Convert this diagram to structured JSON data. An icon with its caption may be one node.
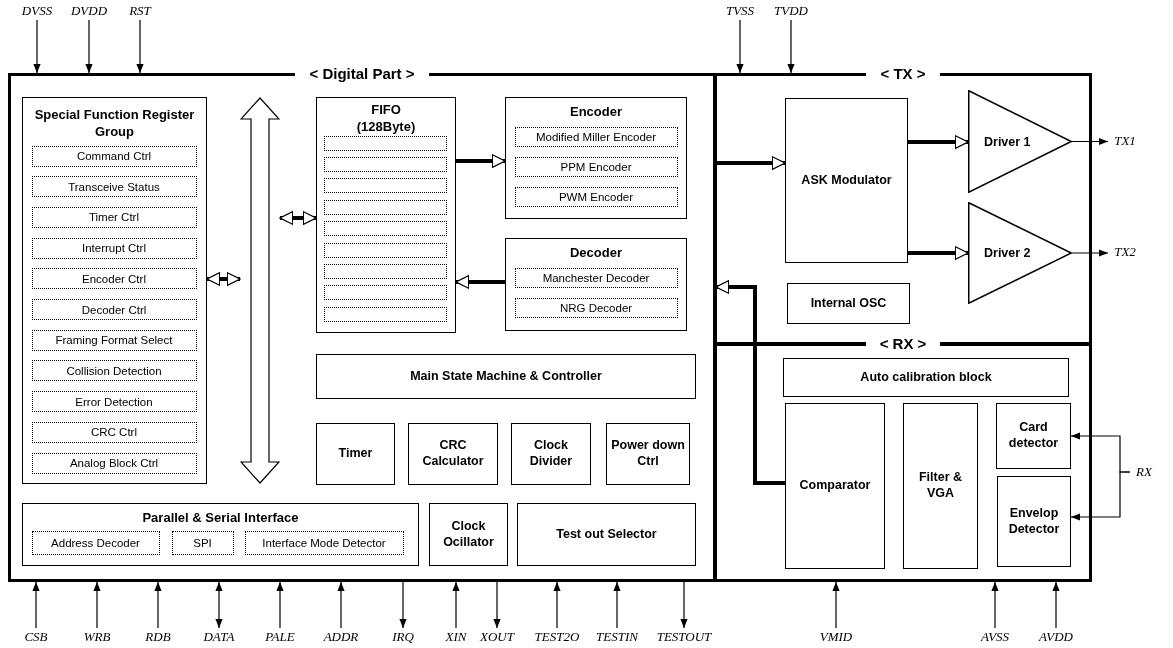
{
  "diagram": {
    "nodes": [
      {
        "text": [
          "< Digital Part >"
        ]
      },
      {
        "text": [
          "Special Function Register Group"
        ],
        "in": 0
      },
      {
        "text": [
          "Command Ctrl"
        ],
        "in": 1
      },
      {
        "text": [
          "Transceive Status"
        ],
        "in": 1
      },
      {
        "text": [
          "Timer Ctrl"
        ],
        "in": 1
      },
      {
        "text": [
          "Interrupt Ctrl"
        ],
        "in": 1
      },
      {
        "text": [
          "Encoder Ctrl"
        ],
        "in": 1
      },
      {
        "text": [
          "Decoder Ctrl"
        ],
        "in": 1
      },
      {
        "text": [
          "Framing Format Select"
        ],
        "in": 1
      },
      {
        "text": [
          "Collision Detection"
        ],
        "in": 1
      },
      {
        "text": [
          "Error Detection"
        ],
        "in": 1
      },
      {
        "text": [
          "CRC Ctrl"
        ],
        "in": 1
      },
      {
        "text": [
          "Analog Block Ctrl"
        ],
        "in": 1
      },
      {
        "text": [],
        "shape": "bar",
        "in": 0
      },
      {
        "text": [
          "FIFO",
          "(128Byte)"
        ],
        "in": 0
      },
      {
        "text": [],
        "shape": "box",
        "in": 14
      },
      {
        "text": [],
        "shape": "box",
        "in": 14
      },
      {
        "text": [],
        "shape": "box",
        "in": 14
      },
      {
        "text": [],
        "shape": "box",
        "in": 14
      },
      {
        "text": [],
        "shape": "box",
        "in": 14
      },
      {
        "text": [],
        "shape": "box",
        "in": 14
      },
      {
        "text": [],
        "shape": "box",
        "in": 14
      },
      {
        "text": [],
        "shape": "box",
        "in": 14
      },
      {
        "text": [],
        "shape": "box",
        "in": 14
      },
      {
        "text": [
          "Encoder"
        ],
        "in": 0
      },
      {
        "text": [
          "Modified Miller Encoder"
        ],
        "in": 24
      },
      {
        "text": [
          "PPM Encoder"
        ],
        "in": 24
      },
      {
        "text": [
          "PWM Encoder"
        ],
        "in": 24
      },
      {
        "text": [
          "Decoder"
        ],
        "in": 0
      },
      {
        "text": [
          "Manchester Decoder"
        ],
        "in": 28
      },
      {
        "text": [
          "NRG Decoder"
        ],
        "in": 28
      },
      {
        "text": [
          "Main State Machine & Controller"
        ],
        "in": 0
      },
      {
        "text": [
          "Timer"
        ],
        "in": 0
      },
      {
        "text": [
          "CRC Calculator"
        ],
        "in": 0
      },
      {
        "text": [
          "Clock Divider"
        ],
        "in": 0
      },
      {
        "text": [
          "Power down Ctrl"
        ],
        "in": 0
      },
      {
        "text": [
          "Parallel & Serial Interface"
        ],
        "in": 0
      },
      {
        "text": [
          "Address Decoder"
        ],
        "in": 36
      },
      {
        "text": [
          "SPI"
        ],
        "in": 36
      },
      {
        "text": [
          "Interface Mode Detector"
        ],
        "in": 36
      },
      {
        "text": [
          "Clock Ocillator"
        ],
        "in": 0
      },
      {
        "text": [
          "Test out Selector"
        ],
        "in": 0
      },
      {
        "text": [
          "< TX >"
        ]
      },
      {
        "text": [
          "ASK Modulator"
        ],
        "in": 42
      },
      {
        "text": [
          "Internal OSC"
        ],
        "in": 42
      },
      {
        "text": [
          "Driver 1"
        ],
        "in": 42
      },
      {
        "text": [
          "Driver 2"
        ],
        "in": 42
      },
      {
        "text": [
          "< RX >"
        ]
      },
      {
        "text": [
          "Auto calibration block"
        ],
        "in": 47
      },
      {
        "text": [
          "Comparator"
        ],
        "in": 47
      },
      {
        "text": [
          "Filter & VGA"
        ],
        "in": 47
      },
      {
        "text": [
          "Card detector"
        ],
        "in": 47
      },
      {
        "text": [
          "Envelop Detector"
        ],
        "in": 47
      },
      {
        "text": [
          "DVSS"
        ]
      },
      {
        "text": [
          "DVDD"
        ]
      },
      {
        "text": [
          "RST"
        ]
      },
      {
        "text": [
          "TVSS"
        ]
      },
      {
        "text": [
          "TVDD"
        ]
      },
      {
        "text": [
          "TX1"
        ]
      },
      {
        "text": [
          "TX2"
        ]
      },
      {
        "text": [
          "RX"
        ]
      },
      {
        "text": [
          "CSB"
        ]
      },
      {
        "text": [
          "WRB"
        ]
      },
      {
        "text": [
          "RDB"
        ]
      },
      {
        "text": [
          "DATA"
        ]
      },
      {
        "text": [
          "PALE"
        ]
      },
      {
        "text": [
          "ADDR"
        ]
      },
      {
        "text": [
          "IRQ"
        ]
      },
      {
        "text": [
          "XIN"
        ]
      },
      {
        "text": [
          "XOUT"
        ]
      },
      {
        "text": [
          "TEST2O"
        ]
      },
      {
        "text": [
          "TESTIN"
        ]
      },
      {
        "text": [
          "TESTOUT"
        ]
      },
      {
        "text": [
          "VMID"
        ]
      },
      {
        "text": [
          "AVSS"
        ]
      },
      {
        "text": [
          "AVDD"
        ]
      }
    ],
    "edges": [
      {
        "from": 1,
        "to": 13,
        "arrow": "both",
        "style": "thick"
      },
      {
        "from": 13,
        "to": 14,
        "arrow": "both",
        "style": "thick"
      },
      {
        "from": 14,
        "to": 24,
        "arrow": "to",
        "style": "thick"
      },
      {
        "from": 28,
        "to": 14,
        "arrow": "to",
        "style": "thick"
      },
      {
        "from": 0,
        "to": 43,
        "arrow": "to",
        "style": "thick"
      },
      {
        "from": 43,
        "to": 45,
        "arrow": "to",
        "style": "thick"
      },
      {
        "from": 43,
        "to": 46,
        "arrow": "to",
        "style": "thick"
      },
      {
        "from": 49,
        "to": 0,
        "arrow": "to",
        "style": "thick"
      },
      {
        "from": 45,
        "to": 58,
        "arrow": "to"
      },
      {
        "from": 46,
        "to": 59,
        "arrow": "to"
      },
      {
        "from": 60,
        "to": 51,
        "arrow": "to"
      },
      {
        "from": 60,
        "to": 52,
        "arrow": "to"
      },
      {
        "from": 53,
        "to": 0,
        "arrow": "to"
      },
      {
        "from": 54,
        "to": 0,
        "arrow": "to"
      },
      {
        "from": 55,
        "to": 0,
        "arrow": "to"
      },
      {
        "from": 56,
        "to": 42,
        "arrow": "to"
      },
      {
        "from": 57,
        "to": 42,
        "arrow": "to"
      },
      {
        "from": 61,
        "to": 0,
        "arrow": "to"
      },
      {
        "from": 62,
        "to": 0,
        "arrow": "to"
      },
      {
        "from": 63,
        "to": 0,
        "arrow": "to"
      },
      {
        "from": 64,
        "to": 0,
        "arrow": "both"
      },
      {
        "from": 65,
        "to": 0,
        "arrow": "to"
      },
      {
        "from": 66,
        "to": 0,
        "arrow": "to"
      },
      {
        "from": 0,
        "to": 67,
        "arrow": "to"
      },
      {
        "from": 68,
        "to": 0,
        "arrow": "to"
      },
      {
        "from": 0,
        "to": 69,
        "arrow": "to"
      },
      {
        "from": 70,
        "to": 0,
        "arrow": "to"
      },
      {
        "from": 71,
        "to": 0,
        "arrow": "to"
      },
      {
        "from": 0,
        "to": 72,
        "arrow": "to"
      },
      {
        "from": 73,
        "to": 47,
        "arrow": "to"
      },
      {
        "from": 74,
        "to": 47,
        "arrow": "to"
      },
      {
        "from": 75,
        "to": 47,
        "arrow": "to"
      }
    ]
  }
}
